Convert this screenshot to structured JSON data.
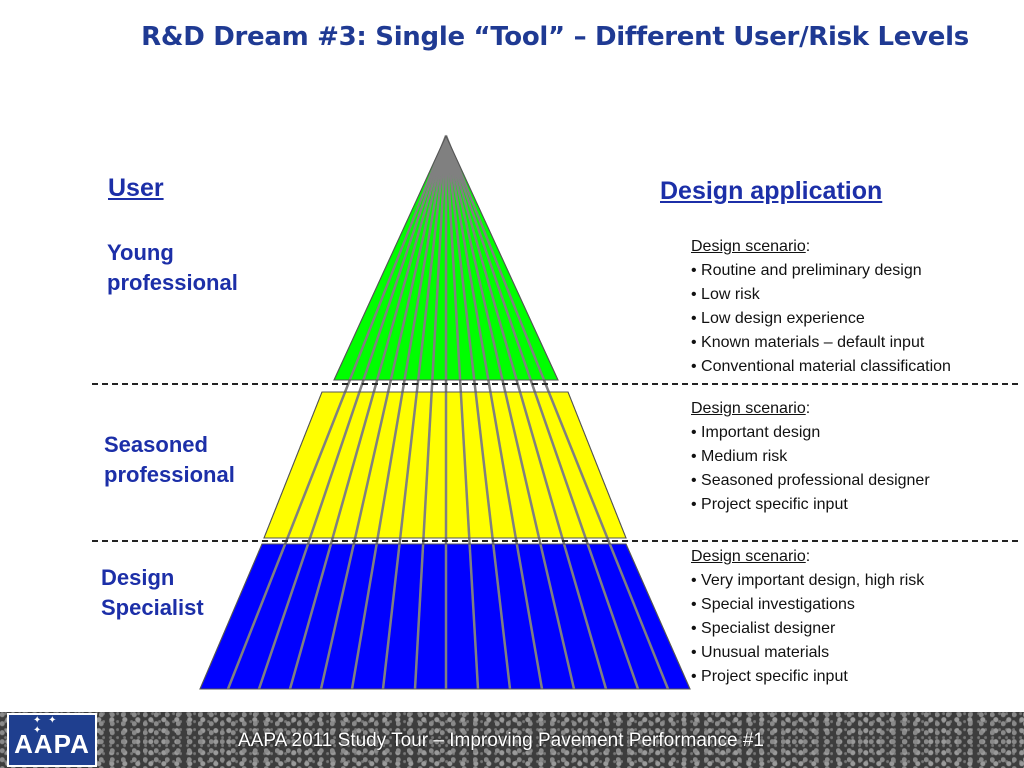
{
  "title": "R&D Dream #3: Single “Tool” – Different User/Risk Levels",
  "headings": {
    "user": "User",
    "design": "Design application"
  },
  "levels": [
    {
      "user": "Young\nprofessional",
      "scenario_label": "Design scenario",
      "scenario_colon": ":",
      "items": [
        "Routine and preliminary design",
        "Low risk",
        "Low design experience",
        "Known materials – default input",
        "Conventional material classification"
      ],
      "color": "#00FF00"
    },
    {
      "user": "Seasoned\nprofessional",
      "scenario_label": "Design scenario",
      "scenario_colon": ":",
      "items": [
        "Important design",
        "Medium risk",
        "Seasoned professional designer",
        "Project specific input"
      ],
      "color": "#FFFF00"
    },
    {
      "user": "Design\nSpecialist",
      "scenario_label": "Design scenario",
      "scenario_colon": ":",
      "items": [
        "Very important design, high risk",
        "Special investigations",
        "Specialist designer",
        "Unusual materials",
        "Project specific input"
      ],
      "color": "#0000FF"
    }
  ],
  "footer": {
    "text": "AAPA 2011 Study Tour – Improving Pavement Performance #1",
    "logo_text": "AAPA",
    "logo_icon": "southern-cross-stars-icon"
  },
  "colors": {
    "title": "#1F3A93",
    "labels": "#1C2FA8",
    "tier_lines": "#808080"
  }
}
